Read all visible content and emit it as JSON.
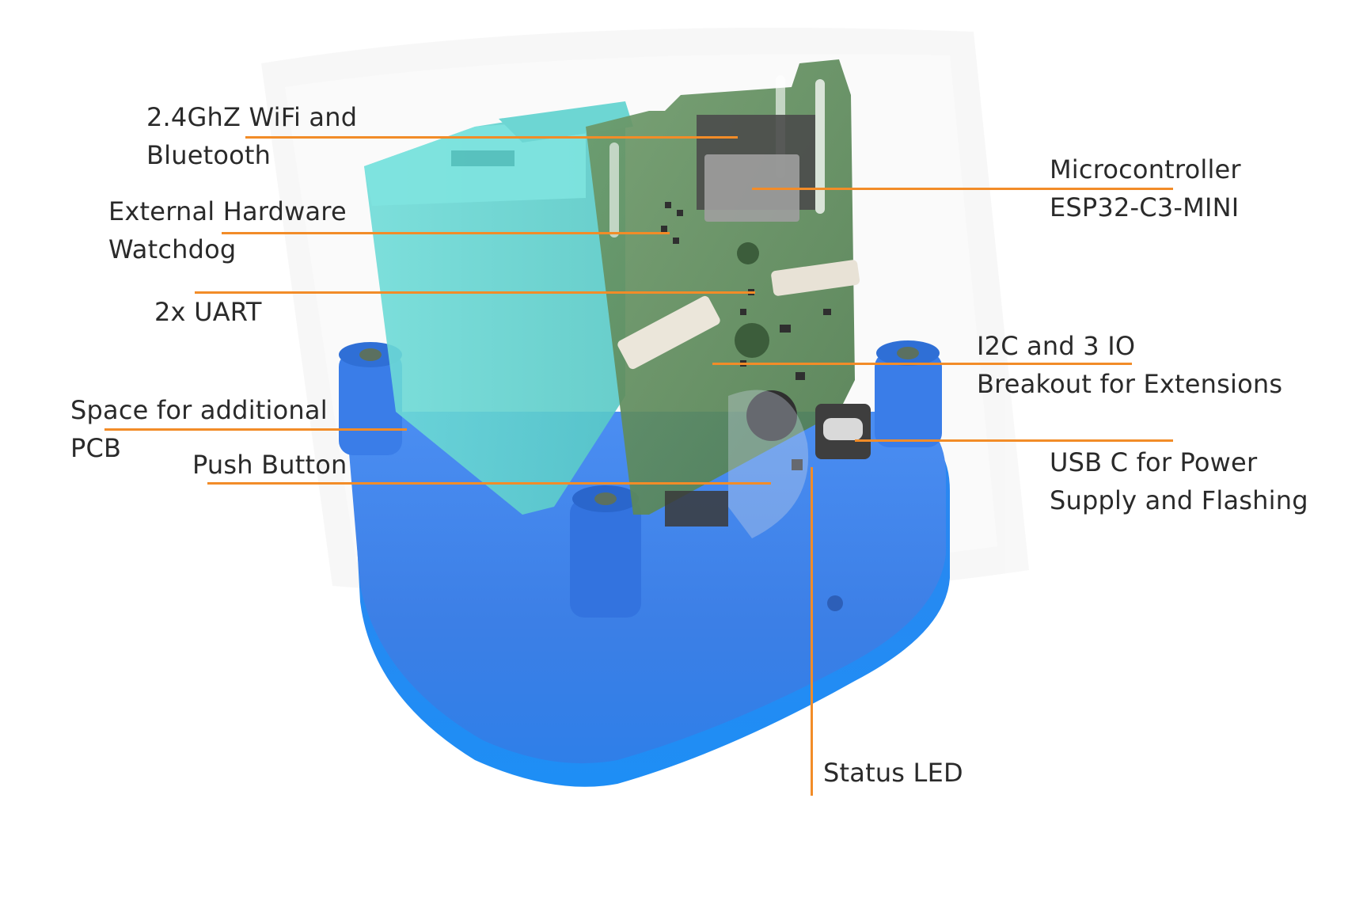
{
  "colors": {
    "leader": "#f28c28",
    "base": "#3b82f0",
    "teal_module": "#5fd4d0",
    "pcb": "#5d8a5a",
    "text": "#2a2a2a"
  },
  "callouts": {
    "wifi": {
      "line1": "2.4GhZ WiFi and",
      "line2": "Bluetooth"
    },
    "watchdog": {
      "line1": "External Hardware",
      "line2": "Watchdog"
    },
    "uart": {
      "line1": "2x UART"
    },
    "pcb_space": {
      "line1": "Space for additional",
      "line2": "PCB"
    },
    "push_button": {
      "line1": "Push Button"
    },
    "mcu": {
      "line1": "Microcontroller",
      "line2": "ESP32-C3-MINI"
    },
    "i2c": {
      "line1": "I2C and 3 IO",
      "line2": "Breakout for Extensions"
    },
    "usb": {
      "line1": "USB C for Power",
      "line2": "Supply and Flashing"
    },
    "led": {
      "line1": "Status LED"
    }
  }
}
